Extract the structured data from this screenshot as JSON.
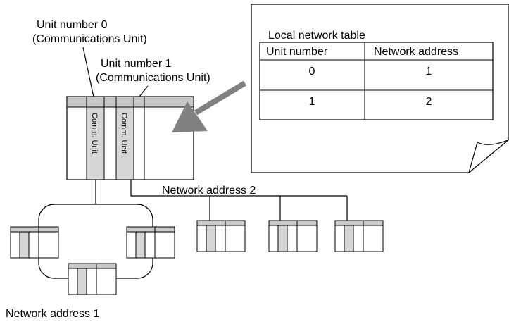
{
  "labels": {
    "unit0_line1": "Unit number 0",
    "unit0_line2": "(Communications Unit)",
    "unit1_line1": "Unit number 1",
    "unit1_line2": "(Communications Unit)",
    "network2": "Network address 2",
    "network1": "Network address 1"
  },
  "plc_units": {
    "unit0": "Comm. Unit",
    "unit1": "Comm. Unit"
  },
  "table": {
    "title": "Local network table",
    "headers": [
      "Unit number",
      "Network address"
    ],
    "rows": [
      [
        "0",
        "1"
      ],
      [
        "1",
        "2"
      ]
    ]
  }
}
